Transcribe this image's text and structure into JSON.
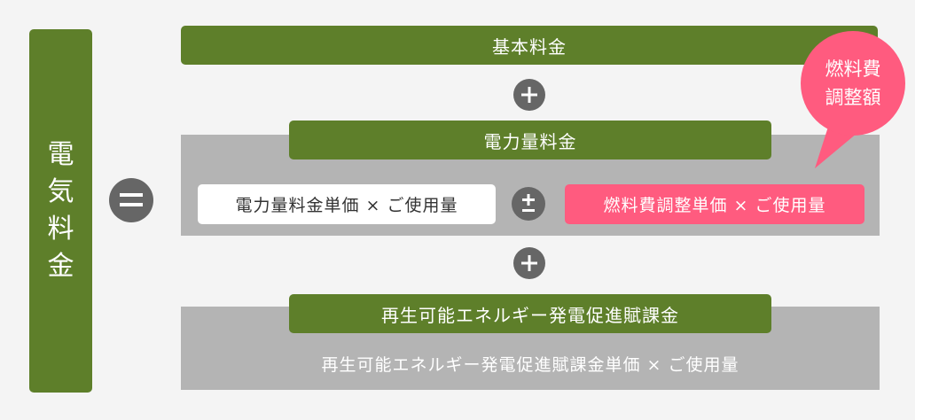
{
  "total": {
    "label_chars": [
      "電",
      "気",
      "料",
      "金"
    ]
  },
  "operators": {
    "equals": "=",
    "plus": "+",
    "plus_minus": "±"
  },
  "basic_charge": {
    "label": "基本料金"
  },
  "energy_charge": {
    "label": "電力量料金",
    "formula": "電力量料金単価 × ご使用量",
    "fuel_formula": "燃料費調整単価 × ご使用量"
  },
  "renewable": {
    "label": "再生可能エネルギー発電促進賦課金",
    "formula": "再生可能エネルギー発電促進賦課金単価 × ご使用量"
  },
  "callout": {
    "line1": "燃料費",
    "line2": "調整額"
  },
  "colors": {
    "green": "#5e7f2a",
    "gray_box": "#b4b4b4",
    "operator": "#666666",
    "pink": "#ff5b7f",
    "background": "#f4f4f4"
  }
}
